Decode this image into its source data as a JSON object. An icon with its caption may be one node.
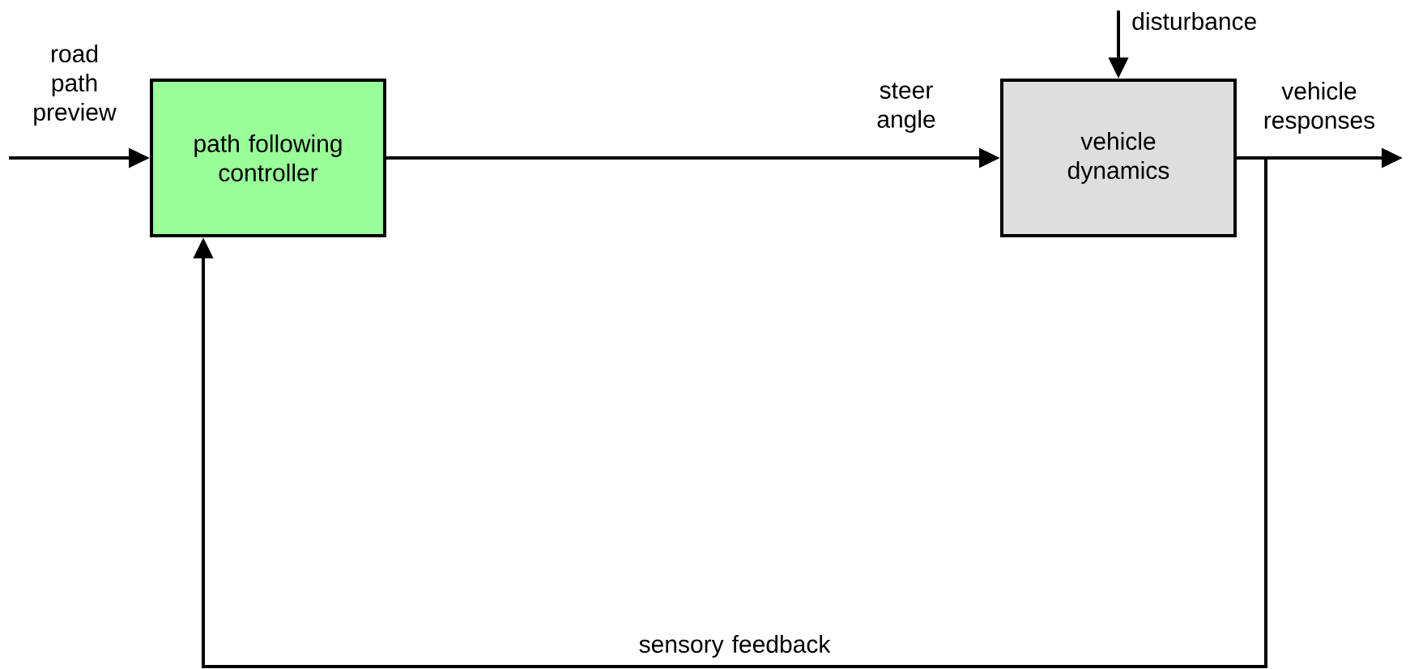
{
  "diagram": {
    "nodes": [
      {
        "text": [
          "path following controller"
        ]
      },
      {
        "text": [
          "vehicle dynamics"
        ]
      }
    ],
    "edges": [
      {
        "from": null,
        "to": 0,
        "arrow": "to",
        "label": "road path preview"
      },
      {
        "from": 0,
        "to": 1,
        "arrow": "to",
        "label": "steer angle"
      },
      {
        "from": null,
        "to": 1,
        "arrow": "to",
        "label": "disturbance"
      },
      {
        "from": 1,
        "to": null,
        "arrow": "to",
        "label": "vehicle responses"
      },
      {
        "from": 1,
        "to": 0,
        "arrow": "to",
        "label": "sensory feedback"
      }
    ]
  }
}
